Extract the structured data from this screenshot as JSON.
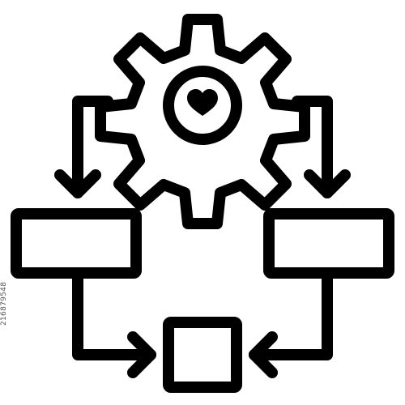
{
  "image": {
    "stock_id": "216879548",
    "stroke_color": "#000000",
    "background_color": "#ffffff"
  },
  "icons": {
    "gear": "gear-icon",
    "heart": "heart-icon",
    "process_box_left": "process-box-left",
    "process_box_right": "process-box-right",
    "result_box": "result-box",
    "arrows": "arrow-down-icon"
  }
}
